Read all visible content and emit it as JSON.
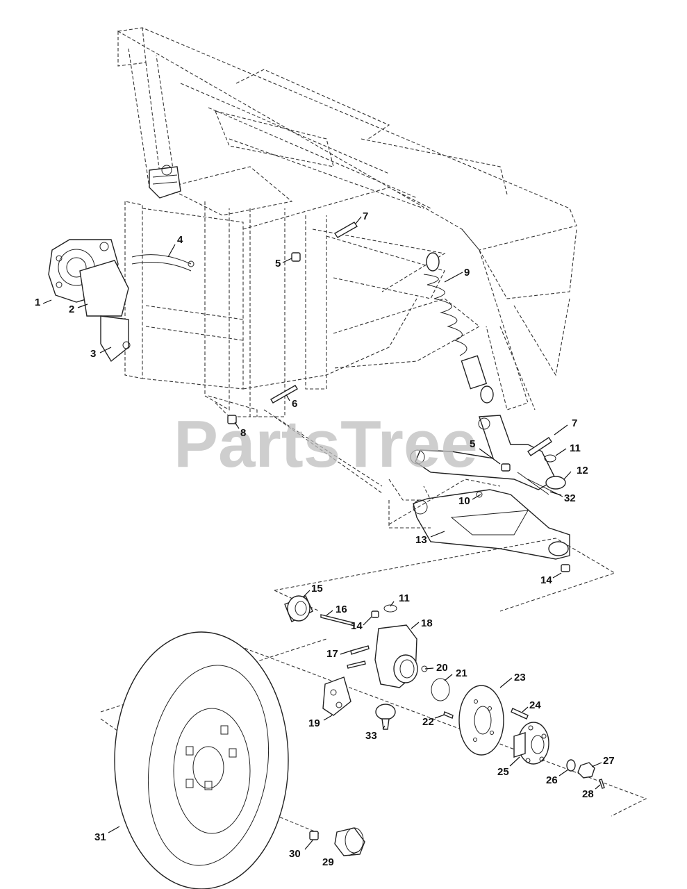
{
  "watermark": "PartsTree",
  "callouts": [
    {
      "id": "1",
      "label": "1"
    },
    {
      "id": "2",
      "label": "2"
    },
    {
      "id": "3",
      "label": "3"
    },
    {
      "id": "4",
      "label": "4"
    },
    {
      "id": "5a",
      "label": "5"
    },
    {
      "id": "5b",
      "label": "5"
    },
    {
      "id": "6",
      "label": "6"
    },
    {
      "id": "7a",
      "label": "7"
    },
    {
      "id": "7b",
      "label": "7"
    },
    {
      "id": "8",
      "label": "8"
    },
    {
      "id": "9",
      "label": "9"
    },
    {
      "id": "10",
      "label": "10"
    },
    {
      "id": "11a",
      "label": "11"
    },
    {
      "id": "11b",
      "label": "11"
    },
    {
      "id": "12",
      "label": "12"
    },
    {
      "id": "13",
      "label": "13"
    },
    {
      "id": "14a",
      "label": "14"
    },
    {
      "id": "14b",
      "label": "14"
    },
    {
      "id": "15",
      "label": "15"
    },
    {
      "id": "16",
      "label": "16"
    },
    {
      "id": "17",
      "label": "17"
    },
    {
      "id": "18",
      "label": "18"
    },
    {
      "id": "19",
      "label": "19"
    },
    {
      "id": "20",
      "label": "20"
    },
    {
      "id": "21",
      "label": "21"
    },
    {
      "id": "22",
      "label": "22"
    },
    {
      "id": "23",
      "label": "23"
    },
    {
      "id": "24",
      "label": "24"
    },
    {
      "id": "25",
      "label": "25"
    },
    {
      "id": "26",
      "label": "26"
    },
    {
      "id": "27",
      "label": "27"
    },
    {
      "id": "28",
      "label": "28"
    },
    {
      "id": "29",
      "label": "29"
    },
    {
      "id": "30",
      "label": "30"
    },
    {
      "id": "31",
      "label": "31"
    },
    {
      "id": "32",
      "label": "32"
    },
    {
      "id": "33",
      "label": "33"
    }
  ]
}
